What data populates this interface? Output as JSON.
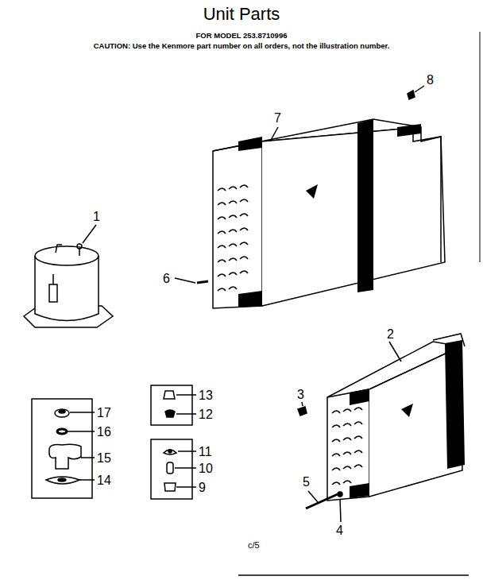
{
  "diagram": {
    "title": "Unit Parts",
    "labels": [
      "FOR MODEL 253.8710996",
      "CAUTION: Use the Kenmore part number on all orders, not the illustration number.",
      "8",
      "7",
      "1",
      "6",
      "2",
      "3",
      "17",
      "13",
      "12",
      "16",
      "11",
      "15",
      "10",
      "14",
      "9",
      "5",
      "4",
      "c/5"
    ]
  }
}
